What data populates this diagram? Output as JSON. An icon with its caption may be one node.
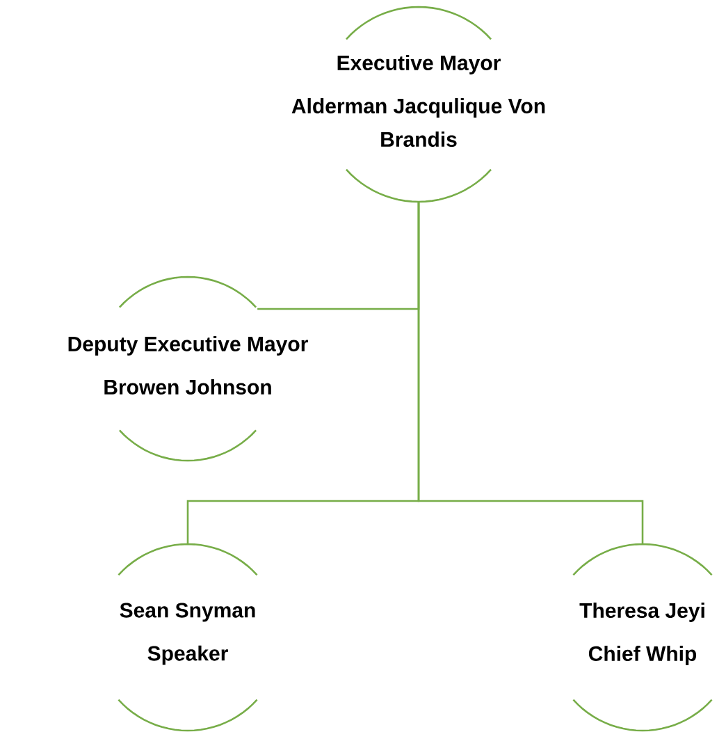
{
  "diagram": {
    "nodes": [
      {
        "text": [
          "Executive Mayor",
          "Alderman Jacqulique Von Brandis"
        ]
      },
      {
        "text": [
          "Deputy Executive Mayor",
          "Browen Johnson"
        ]
      },
      {
        "text": [
          "Sean Snyman",
          "Speaker"
        ]
      },
      {
        "text": [
          "Theresa Jeyi",
          "Chief Whip"
        ]
      }
    ],
    "edges": [
      {
        "from": 0,
        "to": 1,
        "arrow": "none"
      },
      {
        "from": 0,
        "to": 2,
        "arrow": "none"
      },
      {
        "from": 0,
        "to": 3,
        "arrow": "none"
      }
    ]
  }
}
